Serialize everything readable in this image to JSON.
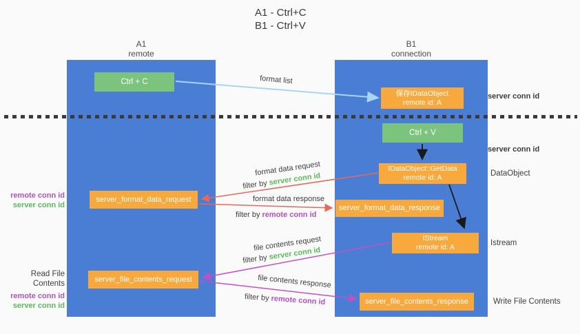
{
  "title": {
    "line1": "A1 - Ctrl+C",
    "line2": "B1 - Ctrl+V"
  },
  "columns": {
    "left": {
      "name": "A1",
      "role": "remote"
    },
    "right": {
      "name": "B1",
      "role": "connection"
    }
  },
  "nodes": {
    "ctrl_c": {
      "label": "Ctrl + C"
    },
    "save_idataobject": {
      "line1": "保存IDataObject",
      "line2": "remote id: A"
    },
    "ctrl_v": {
      "label": "Ctrl + V"
    },
    "idataobject_getdata": {
      "line1": "IDataObject::GetData",
      "line2": "remote id: A"
    },
    "server_format_data_request": {
      "label": "server_format_data_request"
    },
    "server_format_data_response": {
      "label": "server_format_data_response"
    },
    "istream": {
      "line1": "IStream",
      "line2": "remote id: A"
    },
    "server_file_contents_request": {
      "label": "server_file_contents_request"
    },
    "server_file_contents_response": {
      "label": "server_file_contents_response"
    }
  },
  "edge_labels": {
    "format_list": "format list",
    "format_data_request": "format data request",
    "format_data_response": "format data response",
    "file_contents_request": "file contents request",
    "file_contents_response": "file contents response",
    "filter_by": "filter by ",
    "server_conn_id": "server conn id",
    "remote_conn_id": "remote conn id"
  },
  "side_labels": {
    "right": {
      "server_conn_id_top": "server conn id",
      "server_conn_id_mid": "server conn id",
      "dataobject": "DataObject",
      "istream": "Istream",
      "write_file_contents": "Write File Contents"
    },
    "left": {
      "remote_conn_id_1": "remote conn id",
      "server_conn_id_1": "server conn id",
      "read_file_contents": "Read File Contents",
      "remote_conn_id_2": "remote conn id",
      "server_conn_id_2": "server conn id"
    }
  },
  "colors": {
    "column_blue": "#4a7ed5",
    "node_green": "#7cc47e",
    "node_orange": "#f7a93d",
    "accent_green": "#5cb85c",
    "accent_purple": "#b052c0",
    "arrow_red": "#e8685a",
    "arrow_magenta": "#c44fc4",
    "arrow_light_blue": "#a9d5f5",
    "arrow_black": "#1a1a1a"
  }
}
